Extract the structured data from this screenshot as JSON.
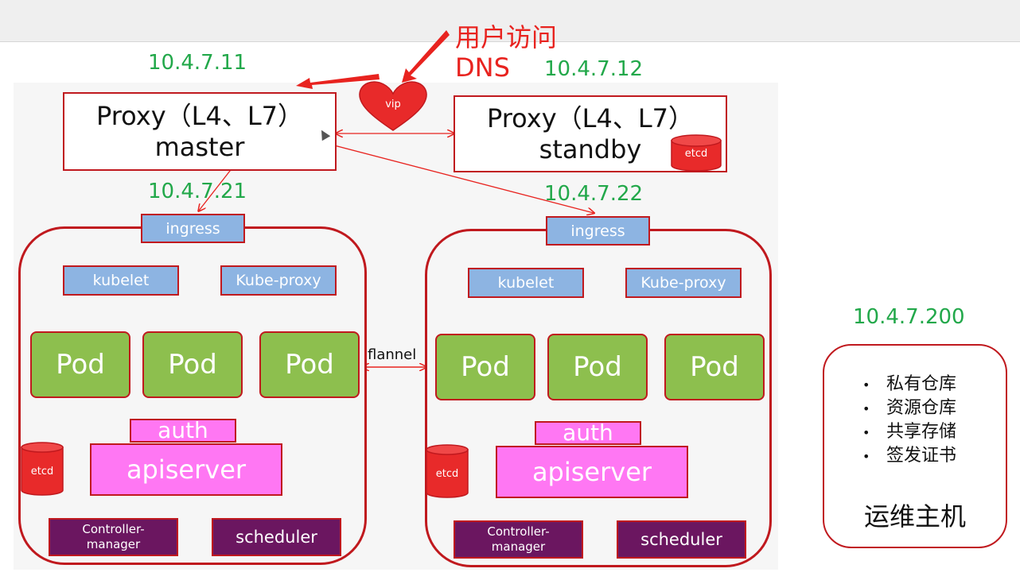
{
  "user_access": {
    "line1": "用户访问",
    "line2": "DNS"
  },
  "vip": {
    "label": "vip"
  },
  "proxy_master": {
    "ip": "10.4.7.11",
    "line1": "Proxy（L4、L7）",
    "line2": "master"
  },
  "proxy_standby": {
    "ip": "10.4.7.12",
    "line1": "Proxy（L4、L7）",
    "line2": "standby",
    "etcd": "etcd"
  },
  "node_left": {
    "ip": "10.4.7.21",
    "ingress": "ingress",
    "kubelet": "kubelet",
    "kube_proxy": "Kube-proxy",
    "pods": [
      "Pod",
      "Pod",
      "Pod"
    ],
    "auth": "auth",
    "apiserver": "apiserver",
    "controller_manager": "Controller-\nmanager",
    "scheduler": "scheduler",
    "etcd": "etcd"
  },
  "node_right": {
    "ip": "10.4.7.22",
    "ingress": "ingress",
    "kubelet": "kubelet",
    "kube_proxy": "Kube-proxy",
    "pods": [
      "Pod",
      "Pod",
      "Pod"
    ],
    "auth": "auth",
    "apiserver": "apiserver",
    "controller_manager": "Controller-\nmanager",
    "scheduler": "scheduler",
    "etcd": "etcd"
  },
  "flannel": "flannel",
  "ops_host": {
    "ip": "10.4.7.200",
    "items": [
      "私有仓库",
      "资源仓库",
      "共享存储",
      "签发证书"
    ],
    "title": "运维主机"
  },
  "colors": {
    "border_red": "#c0191e",
    "text_red": "#e8231f",
    "ip_green": "#22a84a",
    "service_blue": "#8db4e2",
    "pod_green": "#8dbf4e",
    "api_pink": "#ff77f3",
    "ctrl_purple": "#6b1660"
  }
}
